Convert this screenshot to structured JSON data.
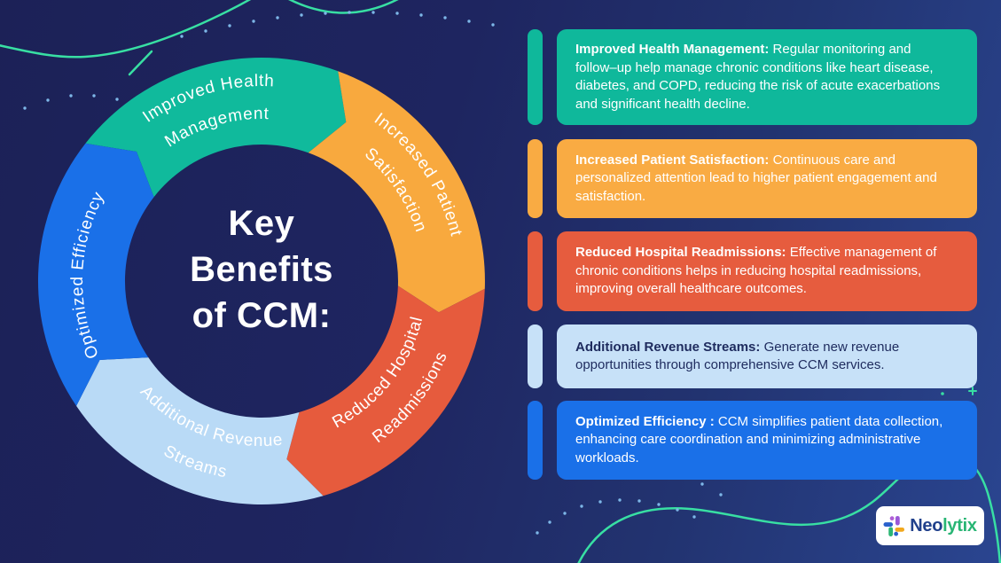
{
  "title": {
    "text": "Key Benefits of CCM:",
    "lines": [
      "Key",
      "Benefits",
      "of CCM:"
    ]
  },
  "donut": {
    "segments": [
      {
        "label": "Improved Health Management",
        "label_lines": [
          "Improved Health",
          "Management"
        ],
        "color": "#10ba9c"
      },
      {
        "label": "Increased Patient Satisfaction",
        "label_lines": [
          "Increased Patient",
          "Satisfaction"
        ],
        "color": "#f8a93e"
      },
      {
        "label": "Reduced Hospital Readmissions",
        "label_lines": [
          "Reduced Hospital",
          "Readmissions"
        ],
        "color": "#e65b3d"
      },
      {
        "label": "Additional Revenue Streams",
        "label_lines": [
          "Additional Revenue",
          "Streams"
        ],
        "color": "#b9daf6"
      },
      {
        "label": "Optimized Efficiency",
        "label_lines": [
          "Optimized Efficiency"
        ],
        "color": "#1a70e8"
      }
    ]
  },
  "cards": [
    {
      "title": "Improved Health Management:",
      "body": "Regular monitoring and follow–up help manage chronic conditions like heart disease, diabetes, and COPD, reducing the risk of acute exacerbations and significant health decline.",
      "color": "#0fb89b",
      "text_color": "#ffffff"
    },
    {
      "title": "Increased Patient Satisfaction:",
      "body": "Continuous care and personalized attention lead to higher patient engagement and satisfaction.",
      "color": "#f9ab43",
      "text_color": "#ffffff"
    },
    {
      "title": "Reduced Hospital Readmissions:",
      "body": "Effective management of chronic conditions helps in reducing hospital readmissions, improving overall healthcare outcomes.",
      "color": "#e65c3e",
      "text_color": "#ffffff"
    },
    {
      "title": "Additional Revenue Streams:",
      "body": "Generate new revenue opportunities through comprehensive CCM services.",
      "color": "#c7e1f8",
      "text_color": "#1e2b5e"
    },
    {
      "title": "Optimized Efficiency :",
      "body": "CCM simplifies patient data collection, enhancing care coordination and minimizing administrative workloads.",
      "color": "#1a70e8",
      "text_color": "#ffffff"
    }
  ],
  "logo": {
    "text": "Neolytix",
    "part1": "Neo",
    "part2": "lytix",
    "part1_color": "#21418c",
    "part2_color": "#28b574"
  },
  "background": {
    "navy_dark": "#1c2157",
    "navy_light": "#2a4590",
    "accent_line_color": "#38dfa3",
    "dot_color": "#7db7e8"
  }
}
